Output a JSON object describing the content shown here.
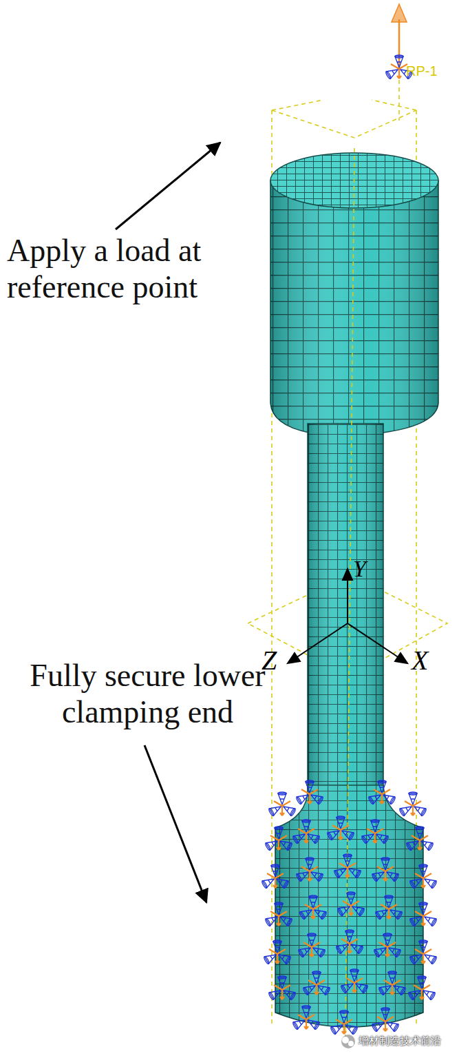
{
  "diagram": {
    "labels": [
      "Apply a load at reference point",
      "Fully secure lower clamping end",
      "Y",
      "Z",
      "X",
      "RP-1",
      "增材制造技术前沿"
    ]
  }
}
